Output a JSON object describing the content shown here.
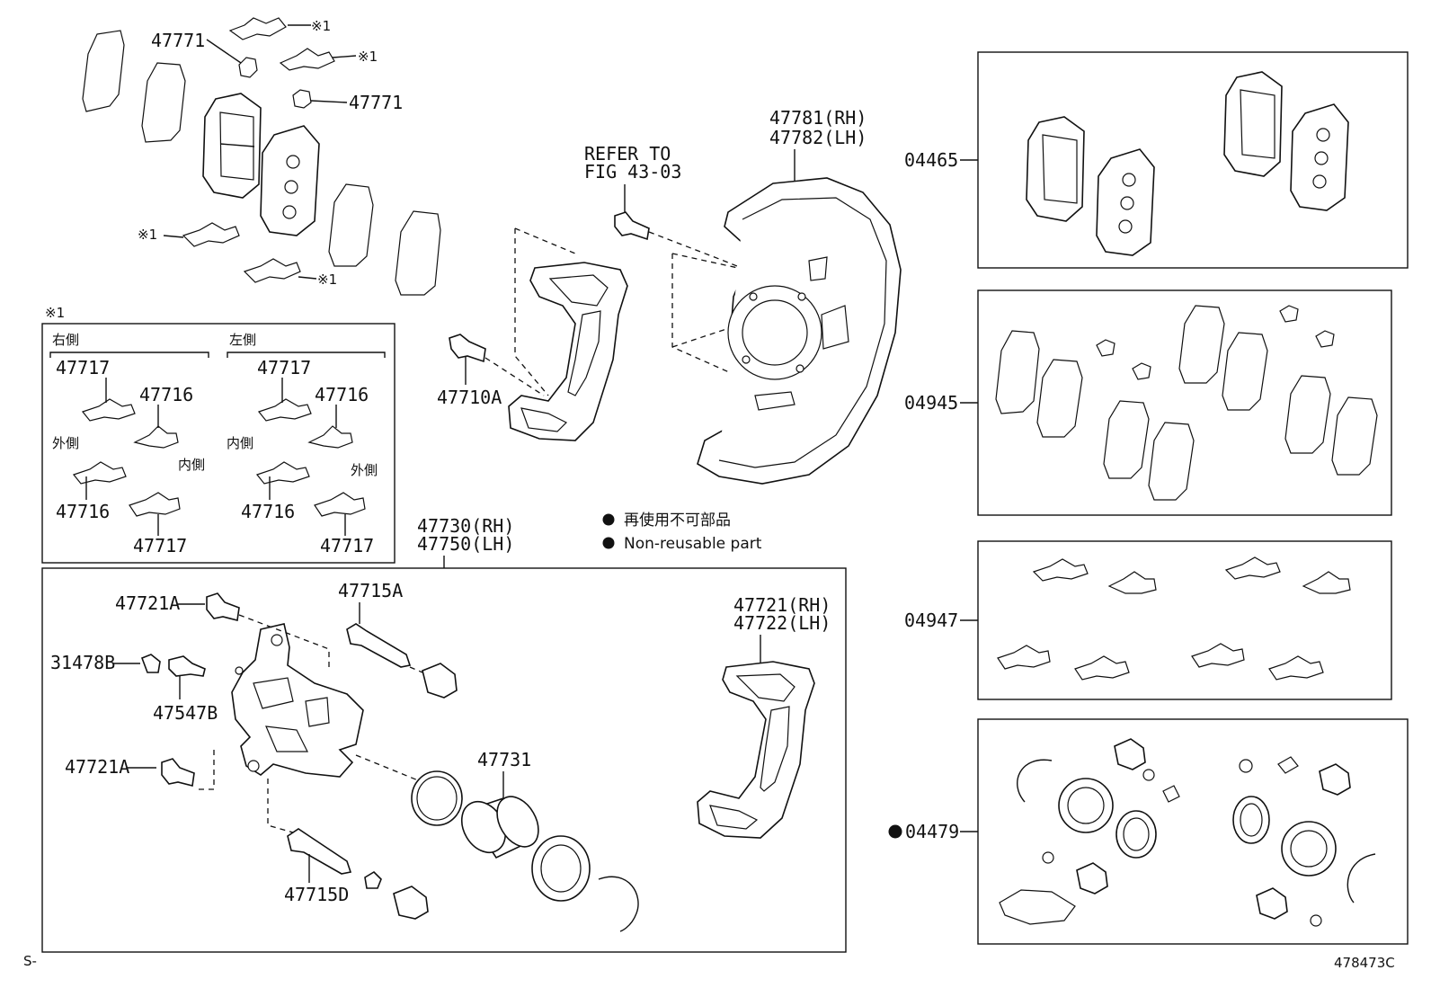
{
  "labels": {
    "p47771_a": "47771",
    "p47771_b": "47771",
    "mark1_a": "※1",
    "mark1_b": "※1",
    "mark1_c": "※1",
    "mark1_d": "※1",
    "refer_to": "REFER TO",
    "refer_fig": "FIG 43-03",
    "p47781": "47781(RH)",
    "p47782": "47782(LH)",
    "p47710A": "47710A",
    "p04465": "04465",
    "p04945": "04945",
    "p04947": "04947",
    "p04479": "04479",
    "p47730": "47730(RH)",
    "p47750": "47750(LH)",
    "p47721A_a": "47721A",
    "p47715A": "47715A",
    "p31478B": "31478B",
    "p47547B": "47547B",
    "p47721A_b": "47721A",
    "p47731": "47731",
    "p47721": "47721(RH)",
    "p47722": "47722(LH)",
    "p47715D": "47715D",
    "footer_left": "S-",
    "footer_right": "478473C"
  },
  "inset": {
    "mark": "※1",
    "right_side": "右側",
    "left_side": "左側",
    "r_47717_top": "47717",
    "r_47716_top": "47716",
    "r_outer": "外側",
    "r_inner": "内側",
    "r_47716_bot": "47716",
    "r_47717_bot": "47717",
    "l_47717_top": "47717",
    "l_47716_top": "47716",
    "l_inner": "内側",
    "l_outer": "外側",
    "l_47716_bot": "47716",
    "l_47717_bot": "47717"
  },
  "legend": {
    "japanese": "再使用不可部品",
    "english": "Non-reusable part"
  }
}
